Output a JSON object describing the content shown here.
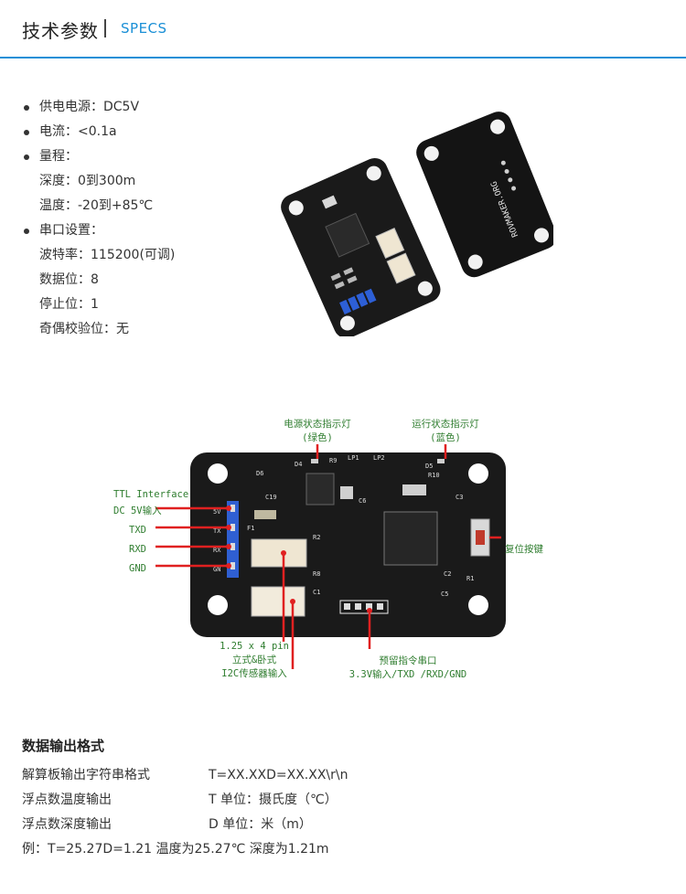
{
  "header": {
    "title_cn": "技术参数",
    "title_en": "SPECS",
    "accent": "#1a8fd6"
  },
  "specs": [
    {
      "text": "供电电源：DC5V",
      "bullet": true
    },
    {
      "text": "电流：<0.1a",
      "bullet": true
    },
    {
      "text": "量程：",
      "bullet": true
    },
    {
      "text": "深度：0到300m",
      "bullet": false
    },
    {
      "text": "温度：-20到+85℃",
      "bullet": false
    },
    {
      "text": "串口设置：",
      "bullet": true
    },
    {
      "text": "波特率：115200(可调)",
      "bullet": false
    },
    {
      "text": "数据位：8",
      "bullet": false
    },
    {
      "text": "停止位：1",
      "bullet": false
    },
    {
      "text": "奇偶校验位：无",
      "bullet": false
    }
  ],
  "photo": {
    "board_silkscreen": "ROVMAKER.ORG"
  },
  "diagram": {
    "power_led_label": "电源状态指示灯",
    "power_led_color": "(绿色)",
    "run_led_label": "运行状态指示灯",
    "run_led_color": "(蓝色)",
    "ttl_title": "TTL Interface",
    "ttl_pins": [
      "DC 5V输入",
      "TXD",
      "RXD",
      "GND"
    ],
    "reset_label": "复位按键",
    "i2c_line1": "1.25 x 4 pin",
    "i2c_line2": "立式&卧式",
    "i2c_line3": "I2C传感器输入",
    "cmd_line1": "预留指令串口",
    "cmd_line2": "3.3V输入/TXD /RXD/GND",
    "silk": {
      "d4": "D4",
      "d5": "D5",
      "lp1": "LP1",
      "lp2": "LP2",
      "r9": "R9",
      "r10": "R10",
      "d6": "D6",
      "c19": "C19",
      "f1": "F1",
      "c6": "C6",
      "c3": "C3",
      "c2": "C2",
      "r2": "R2",
      "r8": "R8",
      "c1": "C1",
      "c5": "C5",
      "r1": "R1",
      "pins": [
        "5V",
        "TX",
        "RX",
        "GN"
      ]
    },
    "ann_color": "#e02020",
    "label_color": "#2f7d2f"
  },
  "format": {
    "title": "数据输出格式",
    "rows": [
      {
        "label": "解算板输出字符串格式",
        "value": "T=XX.XXD=XX.XX\\r\\n"
      },
      {
        "label": "浮点数温度输出",
        "value": "T     单位：摄氏度（℃）"
      },
      {
        "label": "浮点数深度输出",
        "value": "D     单位：米（m）"
      }
    ],
    "example": "例：T=25.27D=1.21    温度为25.27℃    深度为1.21m"
  }
}
